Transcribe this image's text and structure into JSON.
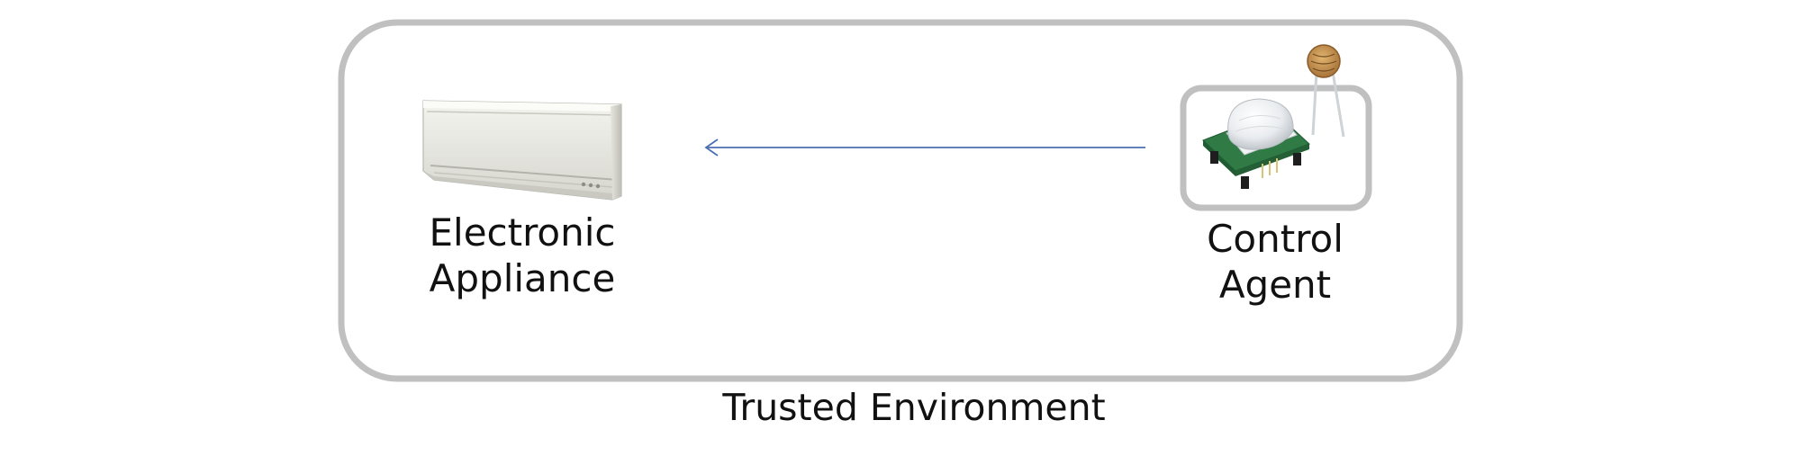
{
  "diagram": {
    "environment": {
      "label": "Trusted Environment",
      "border_color": "#c0c0c0"
    },
    "nodes": [
      {
        "id": "electronic-appliance",
        "label_lines": [
          "Electronic",
          "Appliance"
        ],
        "icon": "wall-mounted-air-conditioner-icon"
      },
      {
        "id": "control-agent",
        "label_lines": [
          "Control",
          "Agent"
        ],
        "icon": "pir-motion-sensor-and-photoresistor-icon"
      }
    ],
    "edges": [
      {
        "from": "control-agent",
        "to": "electronic-appliance",
        "color": "#4a6fb1"
      }
    ]
  }
}
